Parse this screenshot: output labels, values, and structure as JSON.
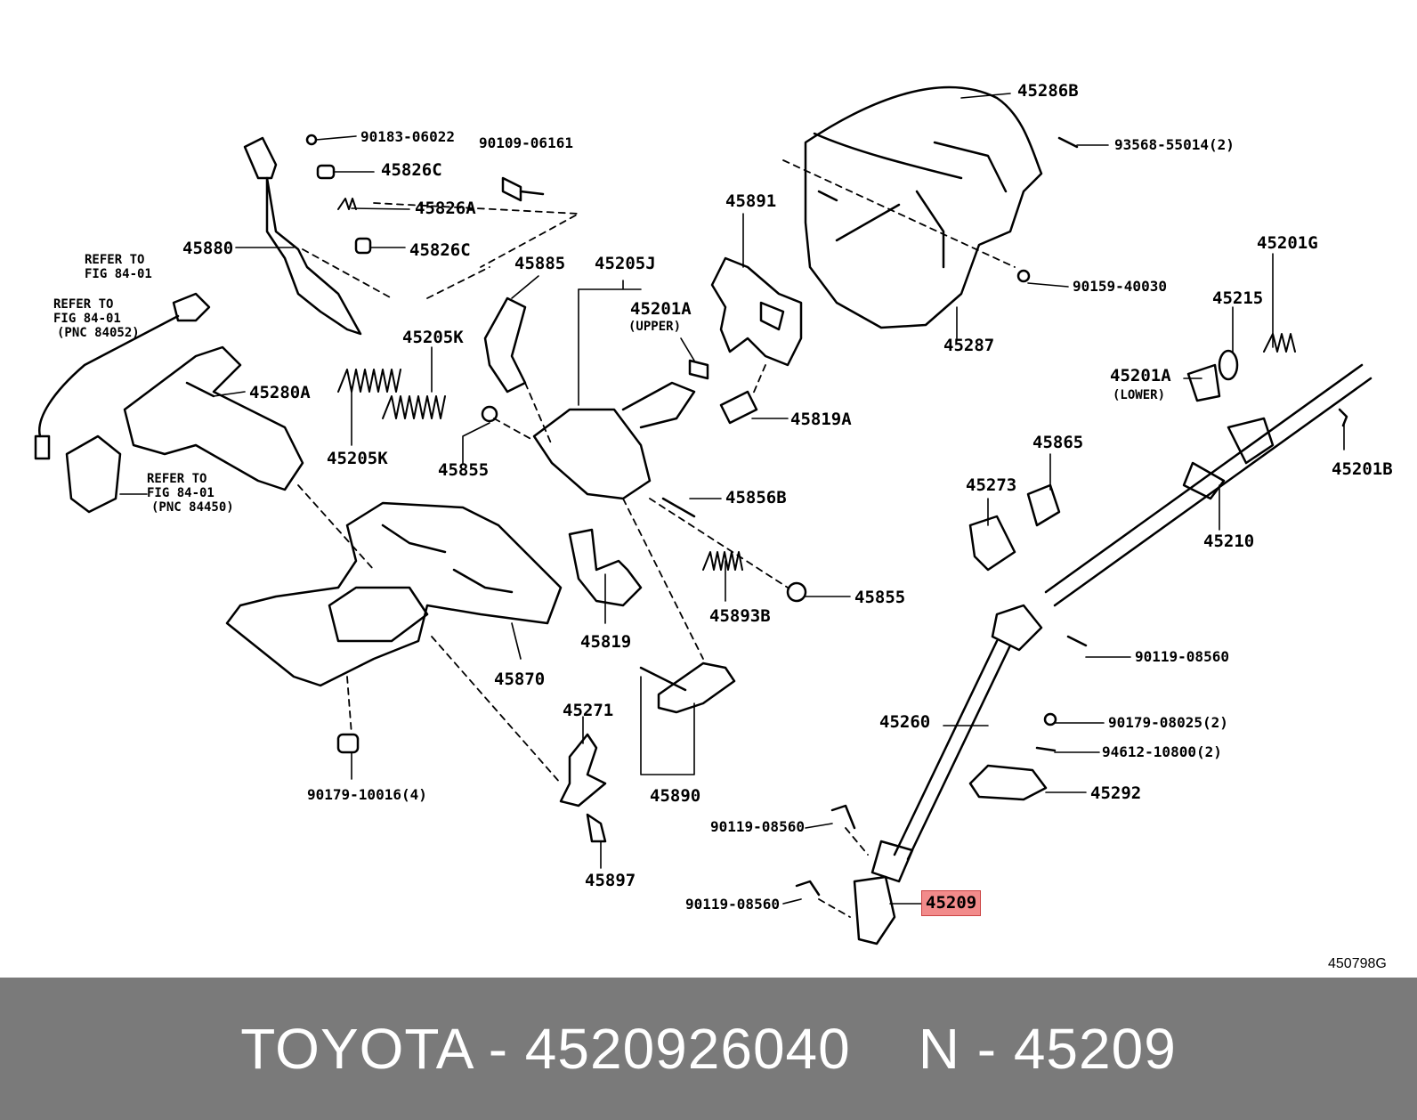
{
  "diagram": {
    "code": "450798G",
    "highlighted_part": "45209",
    "labels": {
      "p90183_06022": "90183-06022",
      "p45826C_a": "45826C",
      "p45826A": "45826A",
      "p45826C_b": "45826C",
      "p90109_06161": "90109-06161",
      "p45880": "45880",
      "refer_1a": "REFER TO",
      "refer_1b": "FIG 84-01",
      "refer_2a": "REFER TO",
      "refer_2b": "FIG 84-01",
      "refer_2c": "(PNC 84052)",
      "refer_3a": "REFER TO",
      "refer_3b": "FIG 84-01",
      "refer_3c": "(PNC 84450)",
      "p45280A": "45280A",
      "p45205K_a": "45205K",
      "p45205K_b": "45205K",
      "p45885": "45885",
      "p45205J": "45205J",
      "p45201A_u": "45201A",
      "upper": "(UPPER)",
      "p45855_a": "45855",
      "p45891": "45891",
      "p45819A": "45819A",
      "p45286B": "45286B",
      "p93568": "93568-55014(2)",
      "p90159": "90159-40030",
      "p45287": "45287",
      "p45201G": "45201G",
      "p45215": "45215",
      "p45201A_l": "45201A",
      "lower": "(LOWER)",
      "p45201B": "45201B",
      "p45865": "45865",
      "p45273": "45273",
      "p45210": "45210",
      "p45856B": "45856B",
      "p45855_b": "45855",
      "p45893B": "45893B",
      "p45819": "45819",
      "p45870": "45870",
      "p45271": "45271",
      "p45890": "45890",
      "p90179_10016": "90179-10016(4)",
      "p45897": "45897",
      "p90119_a": "90119-08560",
      "p45260": "45260",
      "p90179_08025": "90179-08025(2)",
      "p94612": "94612-10800(2)",
      "p45292": "45292",
      "p90119_b": "90119-08560",
      "p90119_c": "90119-08560",
      "p45209": "45209"
    }
  },
  "footer": {
    "brand_part": "TOYOTA - 4520926040",
    "pnc": "N - 45209"
  }
}
